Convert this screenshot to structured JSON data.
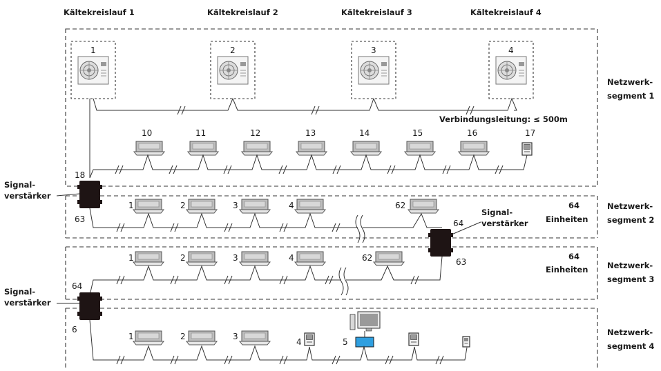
{
  "circuits": [
    {
      "label": "Kältekreislauf 1",
      "unit": "1"
    },
    {
      "label": "Kältekreislauf 2",
      "unit": "2"
    },
    {
      "label": "Kältekreislauf 3",
      "unit": "3"
    },
    {
      "label": "Kältekreislauf 4",
      "unit": "4"
    }
  ],
  "segments": [
    {
      "line1": "Netzwerk-",
      "line2": "segment 1"
    },
    {
      "line1": "Netzwerk-",
      "line2": "segment 2"
    },
    {
      "line1": "Netzwerk-",
      "line2": "segment 3"
    },
    {
      "line1": "Netzwerk-",
      "line2": "segment 4"
    }
  ],
  "connection_note": "Verbindungsleitung: ≤ 500m",
  "capacity_note": {
    "line1": "64",
    "line2": "Einheiten"
  },
  "repeater": {
    "line1": "Signal-",
    "line2": "verstärker"
  },
  "seg1_units": [
    "10",
    "11",
    "12",
    "13",
    "14",
    "15",
    "16"
  ],
  "seg1_remote": "17",
  "seg1_repeater_top": "18",
  "seg1_repeater_bottom": "63",
  "seg2_units": [
    "1",
    "2",
    "3",
    "4"
  ],
  "seg2_last": "62",
  "seg2_repeater_top": "64",
  "seg2_repeater_bottom": "63",
  "seg3_units": [
    "1",
    "2",
    "3",
    "4"
  ],
  "seg3_last": "62",
  "seg3_repeater_top": "64",
  "seg3_repeater_bottom": "6",
  "seg4_units": [
    "1",
    "2",
    "3"
  ],
  "seg4_remote": "4",
  "seg4_pc": "5",
  "colors": {
    "pc_box": "#2f9fe0",
    "repeater": "#1e1414",
    "line": "#333333"
  }
}
